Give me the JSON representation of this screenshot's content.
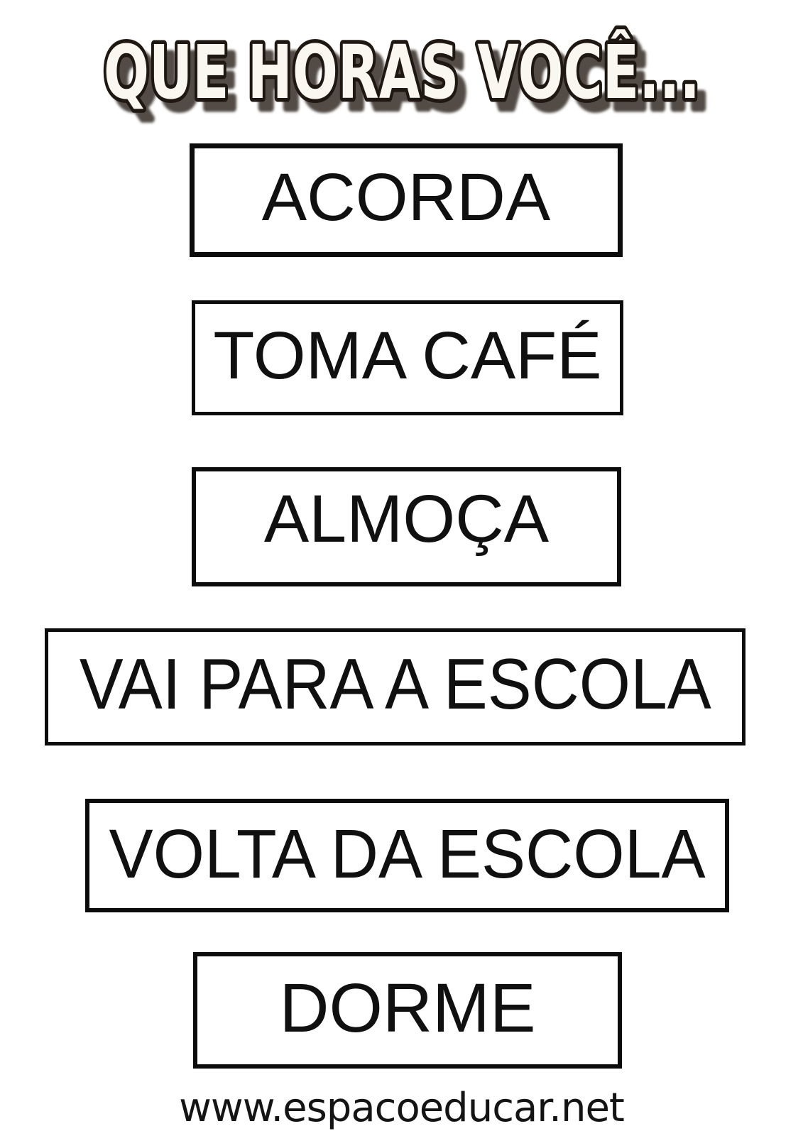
{
  "page": {
    "background_color": "#ffffff",
    "ink_color": "#0c0c0c"
  },
  "title": {
    "text": "QUE HORAS VOCÊ...",
    "fill_color": "#f9f7f0",
    "outline_color": "#1f1711",
    "shadow_color": "#3f3831"
  },
  "cards": [
    {
      "label": "ACORDA"
    },
    {
      "label": "TOMA CAFÉ"
    },
    {
      "label": "ALMOÇA"
    },
    {
      "label": "VAI PARA A ESCOLA"
    },
    {
      "label": "VOLTA DA ESCOLA"
    },
    {
      "label": "DORME"
    }
  ],
  "footer": {
    "url": "www.espacoeducar.net"
  }
}
